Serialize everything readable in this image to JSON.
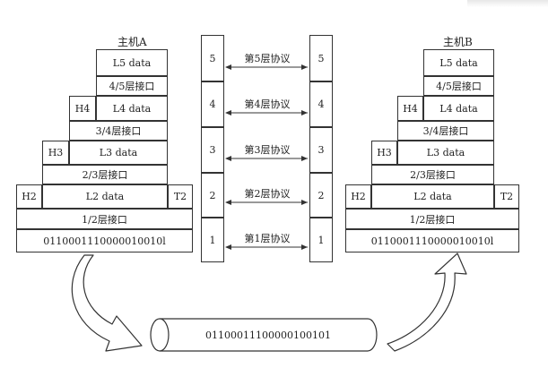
{
  "hosts": {
    "a": {
      "title": "主机A",
      "rows": {
        "l5": "L5 data",
        "if45": "4/5层接口",
        "h4": "H4",
        "l4": "L4 data",
        "if34": "3/4层接口",
        "h3": "H3",
        "l3": "L3 data",
        "if23": "2/3层接口",
        "h2": "H2",
        "l2": "L2 data",
        "t2": "T2",
        "if12": "1/2层接口",
        "bits": "0110001110000010010l"
      }
    },
    "b": {
      "title": "主机B",
      "rows": {
        "l5": "L5 data",
        "if45": "4/5层接口",
        "h4": "H4",
        "l4": "L4 data",
        "if34": "3/4层接口",
        "h3": "H3",
        "l3": "L3 data",
        "if23": "2/3层接口",
        "h2": "H2",
        "l2": "L2 data",
        "t2": "T2",
        "if12": "1/2层接口",
        "bits": "0110001110000010010l"
      }
    }
  },
  "layers": {
    "numbers": [
      "5",
      "4",
      "3",
      "2",
      "1"
    ],
    "protocols": [
      "第5层协议",
      "第4层协议",
      "第3层协议",
      "第2层协议",
      "第1层协议"
    ]
  },
  "cable": {
    "bits": "01100011100000100101"
  }
}
